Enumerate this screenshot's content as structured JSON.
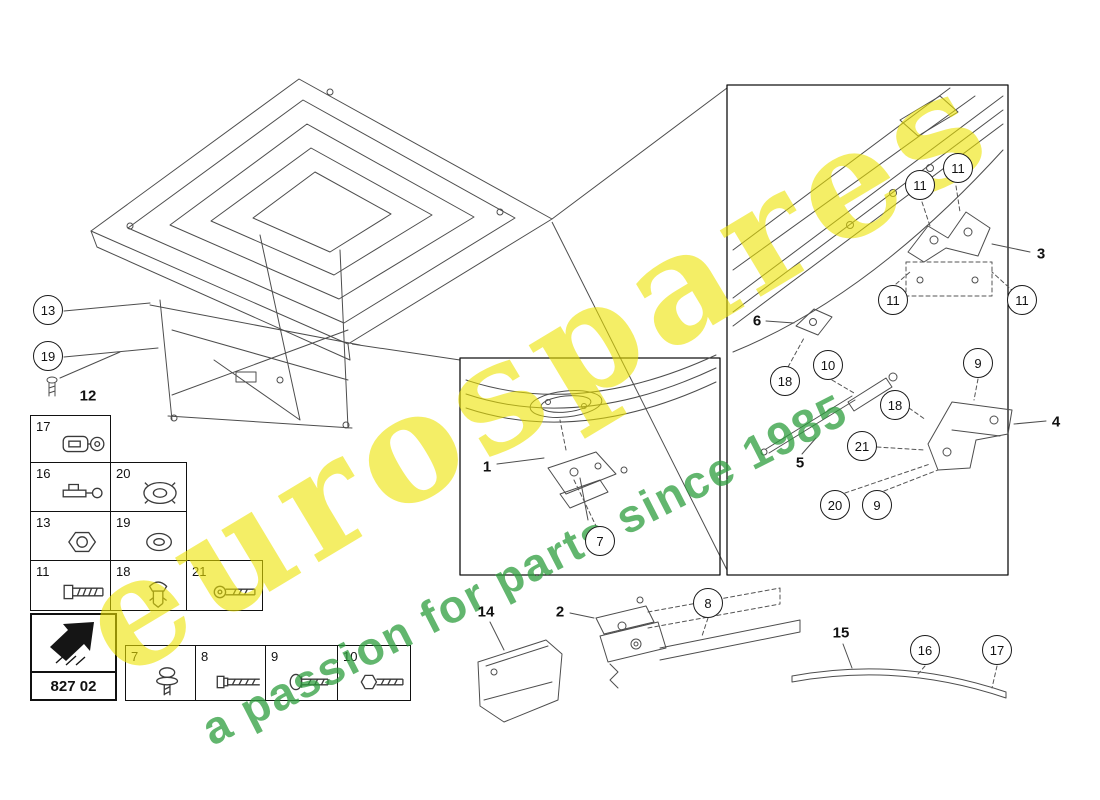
{
  "colors": {
    "watermark_yellow": "#ede300",
    "watermark_green": "#2e9e3e",
    "line_art": "#4d4d4d"
  },
  "watermark": {
    "brand": "eurospares",
    "tagline": "a passion for parts since 1985"
  },
  "part_code": "827 02",
  "legend": {
    "c17": "17",
    "c16": "16",
    "c20": "20",
    "c13": "13",
    "c19": "19",
    "c11": "11",
    "c18": "18",
    "c21": "21",
    "c7": "7",
    "c8": "8",
    "c9": "9",
    "c10": "10"
  },
  "callouts": {
    "left": {
      "c13": "13",
      "c19": "19",
      "l12": "12"
    },
    "center": {
      "l1": "1",
      "c7": "7"
    },
    "right": {
      "c11a": "11",
      "c11b": "11",
      "c11c": "11",
      "c11d": "11",
      "l3": "3",
      "l6": "6",
      "c18a": "18",
      "c10": "10",
      "c18b": "18",
      "c9a": "9",
      "c21": "21",
      "l4": "4",
      "l5": "5",
      "c20": "20",
      "c9b": "9"
    },
    "bottom": {
      "l14": "14",
      "l2": "2",
      "c8": "8",
      "l15": "15",
      "c16": "16",
      "c17": "17"
    }
  }
}
